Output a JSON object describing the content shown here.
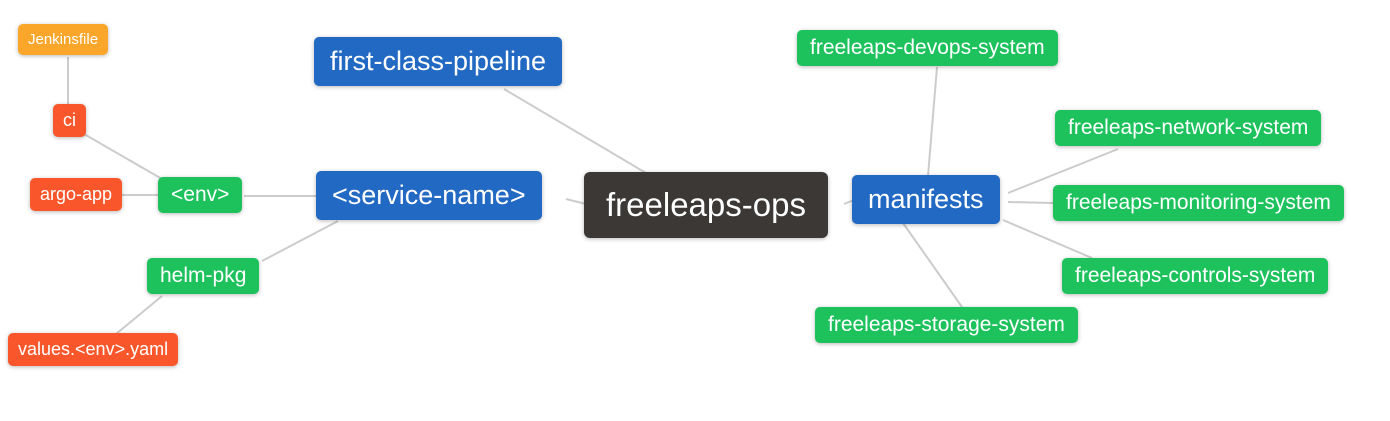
{
  "diagram": {
    "type": "mindmap",
    "title": "freeleaps-ops repository structure mind map",
    "background_color": "#ffffff",
    "edge_color": "#cccccc",
    "palette": {
      "text": "#ffffff",
      "depth0_root": "#3b3835",
      "depth1_branch": "#2169c2",
      "depth2_leaf": "#1dc25d",
      "depth3_leaf": "#f9572b",
      "depth4_leaf": "#f9a62b"
    },
    "nodes": [
      {
        "id": "jenkinsfile",
        "label": "Jenkinsfile",
        "depth": 4
      },
      {
        "id": "ci",
        "label": "ci",
        "depth": 3
      },
      {
        "id": "argo-app",
        "label": "argo-app",
        "depth": 3
      },
      {
        "id": "env",
        "label": "<env>",
        "depth": 2
      },
      {
        "id": "helm-pkg",
        "label": "helm-pkg",
        "depth": 2
      },
      {
        "id": "values-env-yaml",
        "label": "values.<env>.yaml",
        "depth": 3
      },
      {
        "id": "first-class-pipeline",
        "label": "first-class-pipeline",
        "depth": 1
      },
      {
        "id": "service-name",
        "label": "<service-name>",
        "depth": 1
      },
      {
        "id": "freeleaps-ops",
        "label": "freeleaps-ops",
        "depth": 0
      },
      {
        "id": "manifests",
        "label": "manifests",
        "depth": 1
      },
      {
        "id": "devops-system",
        "label": "freeleaps-devops-system",
        "depth": 2
      },
      {
        "id": "network-system",
        "label": "freeleaps-network-system",
        "depth": 2
      },
      {
        "id": "monitoring-system",
        "label": "freeleaps-monitoring-system",
        "depth": 2
      },
      {
        "id": "controls-system",
        "label": "freeleaps-controls-system",
        "depth": 2
      },
      {
        "id": "storage-system",
        "label": "freeleaps-storage-system",
        "depth": 2
      }
    ],
    "edges": [
      [
        "Jenkinsfile",
        "ci"
      ],
      [
        "ci",
        "<env>"
      ],
      [
        "argo-app",
        "<env>"
      ],
      [
        "<env>",
        "<service-name>"
      ],
      [
        "helm-pkg",
        "<service-name>"
      ],
      [
        "values.<env>.yaml",
        "helm-pkg"
      ],
      [
        "<service-name>",
        "freeleaps-ops"
      ],
      [
        "first-class-pipeline",
        "freeleaps-ops"
      ],
      [
        "freeleaps-ops",
        "manifests"
      ],
      [
        "manifests",
        "freeleaps-devops-system"
      ],
      [
        "manifests",
        "freeleaps-network-system"
      ],
      [
        "manifests",
        "freeleaps-monitoring-system"
      ],
      [
        "manifests",
        "freeleaps-controls-system"
      ],
      [
        "manifests",
        "freeleaps-storage-system"
      ]
    ]
  }
}
